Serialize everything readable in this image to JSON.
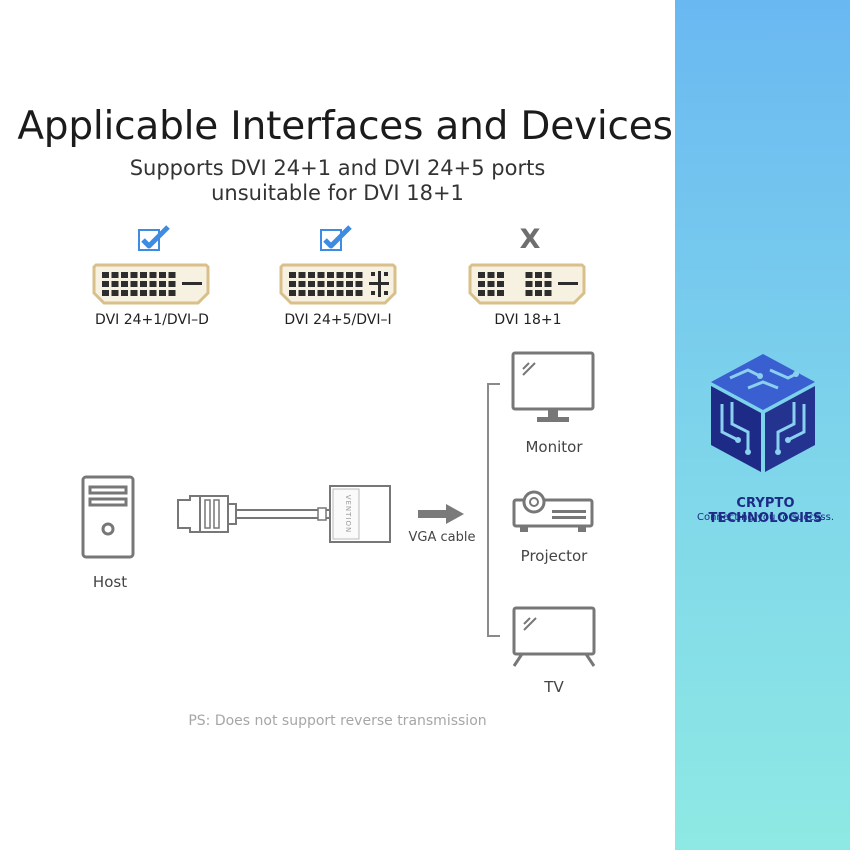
{
  "header": {
    "title": "Applicable Interfaces and Devices",
    "subtitle_line1": "Supports DVI 24+1 and DVI 24+5 ports",
    "subtitle_line2": "unsuitable for DVI 18+1"
  },
  "ports": [
    {
      "label": "DVI 24+1/DVI–D",
      "status_icon": "checkbox-check-icon",
      "supported": true
    },
    {
      "label": "DVI 24+5/DVI–I",
      "status_icon": "checkbox-check-icon",
      "supported": true
    },
    {
      "label": "DVI 18+1",
      "status_icon": "x-mark-icon",
      "status_text": "X",
      "supported": false
    }
  ],
  "diagram": {
    "host_label": "Host",
    "cable_label": "VGA cable",
    "adapter_brand": "VENTION",
    "devices": [
      {
        "label": "Monitor",
        "icon": "monitor-icon"
      },
      {
        "label": "Projector",
        "icon": "projector-icon"
      },
      {
        "label": "TV",
        "icon": "tv-icon"
      }
    ]
  },
  "note": "PS: Does not support reverse transmission",
  "brand": {
    "name": "CRYPTO TECHNOLOGIES",
    "tagline": "Connecting you to success.",
    "logo_icon": "circuit-cube-logo-icon"
  },
  "colors": {
    "check_blue": "#3d8be3",
    "x_gray": "#6e6e6e",
    "connector_gold": "#d9c08a",
    "line_gray": "#8a8a8a",
    "brand_navy": "#1d2a86",
    "brand_blue": "#3a5fd0",
    "side_top": "#6ab8f2",
    "side_bottom": "#8ee9e4"
  }
}
